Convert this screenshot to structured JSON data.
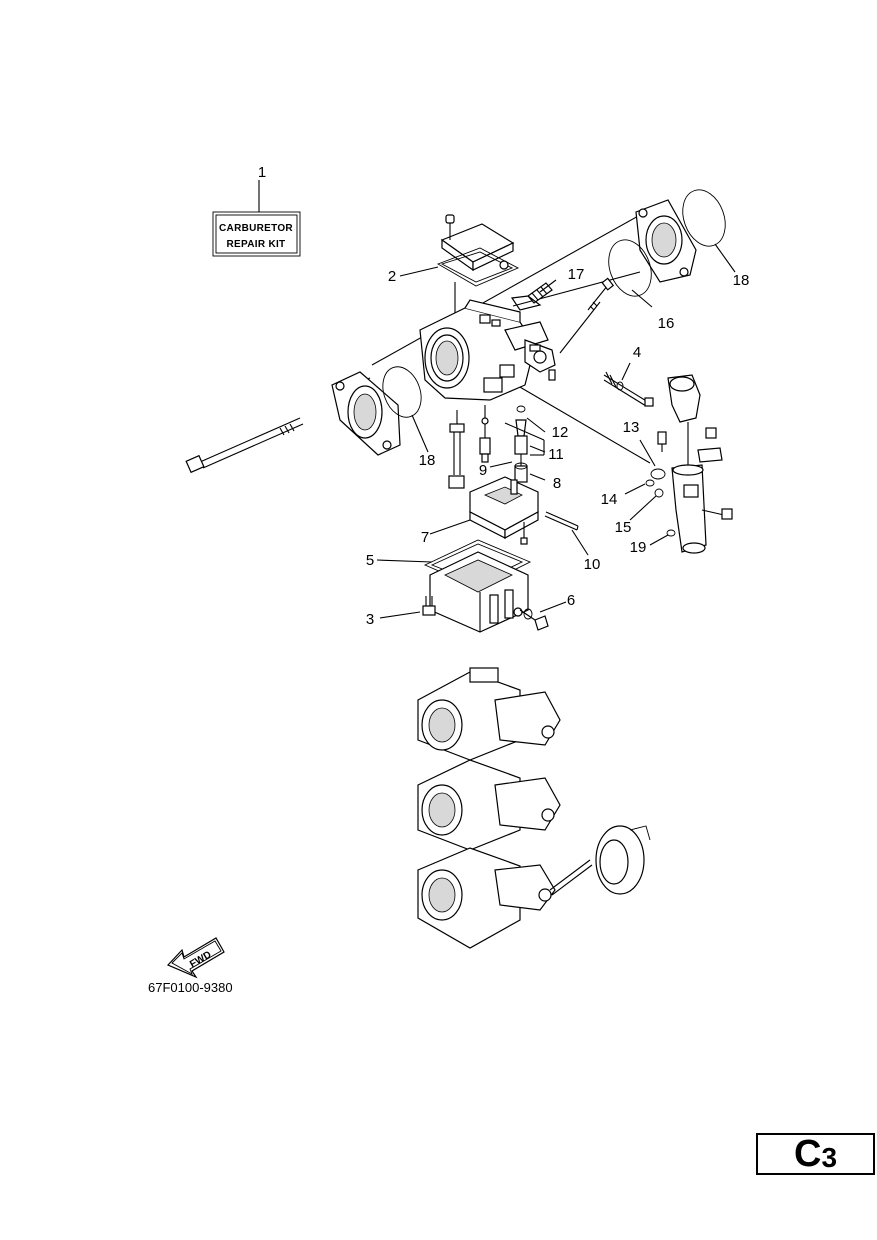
{
  "kit_box": {
    "line1": "CARBURETOR",
    "line2": "REPAIR KIT"
  },
  "callouts": [
    "1",
    "2",
    "3",
    "4",
    "5",
    "6",
    "7",
    "8",
    "9",
    "10",
    "11",
    "12",
    "13",
    "14",
    "15",
    "16",
    "17",
    "18",
    "18",
    "19"
  ],
  "fwd_label": "FWD",
  "diagram_number": "67F0100-9380",
  "page_code": {
    "letter": "C",
    "number": "3"
  }
}
